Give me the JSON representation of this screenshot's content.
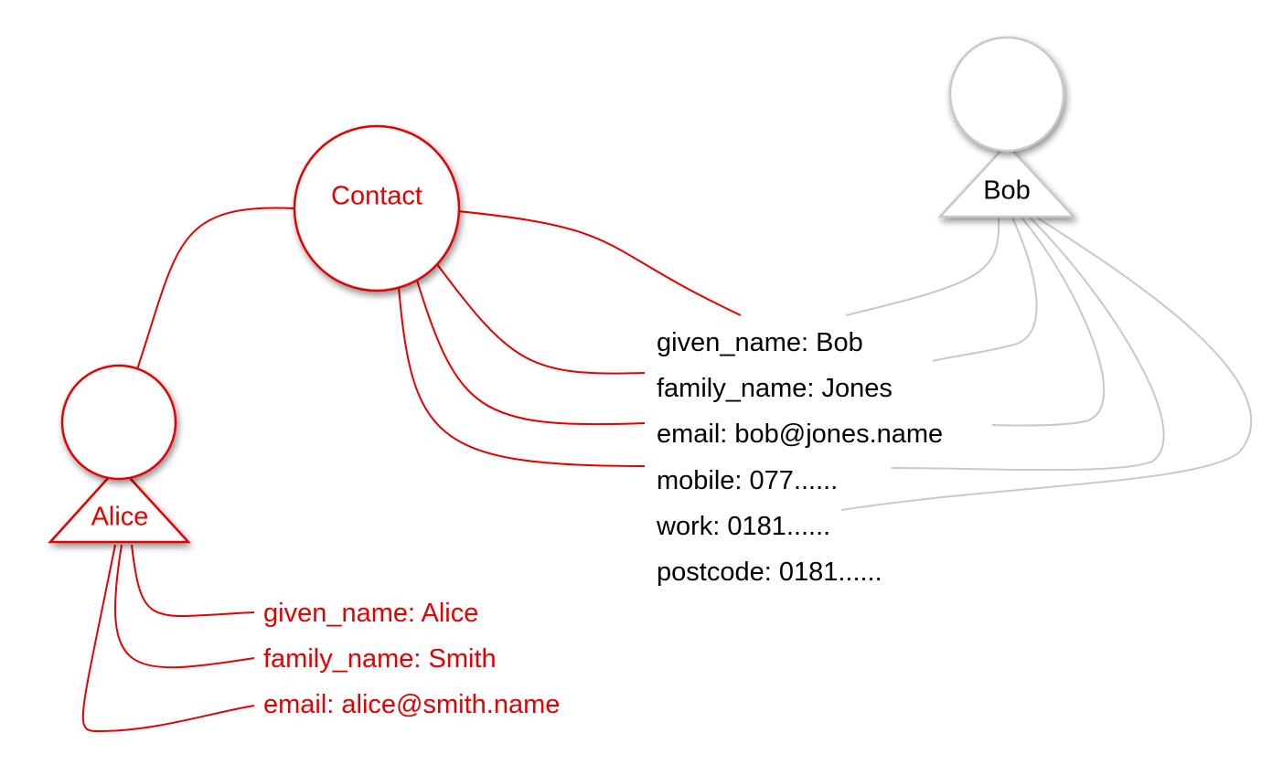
{
  "colors": {
    "alice_accent": "#e60000",
    "bob_outline": "#c8c8c8",
    "text_dark": "#000000",
    "background": "#ffffff"
  },
  "contact_node": {
    "label": "Contact"
  },
  "alice": {
    "label": "Alice",
    "fields": [
      "given_name: Alice",
      "family_name: Smith",
      "email: alice@smith.name"
    ]
  },
  "bob": {
    "label": "Bob",
    "fields": [
      "given_name: Bob",
      "family_name: Jones",
      "email: bob@jones.name",
      "mobile: 077......",
      "work: 0181......",
      "postcode: 0181......"
    ]
  }
}
